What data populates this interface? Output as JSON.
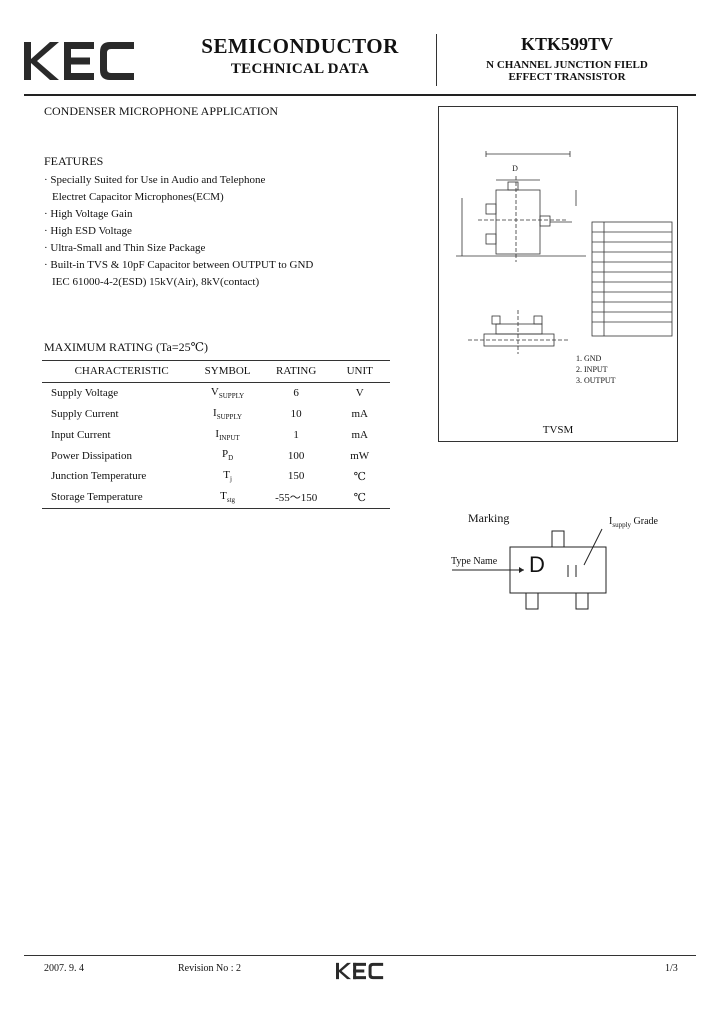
{
  "header": {
    "company_logo_text": "KEC",
    "semiconductor": "SEMICONDUCTOR",
    "technical_data": "TECHNICAL DATA",
    "part_number": "KTK599TV",
    "description_line1": "N CHANNEL JUNCTION FIELD",
    "description_line2": "EFFECT TRANSISTOR"
  },
  "application": "CONDENSER MICROPHONE APPLICATION",
  "features": {
    "title": "FEATURES",
    "items": [
      "· Specially Suited for Use in Audio and Telephone",
      "  Electret Capacitor Microphones(ECM)",
      "· High Voltage Gain",
      "· High ESD Voltage",
      "· Ultra-Small and Thin Size Package",
      "· Built-in TVS & 10pF Capacitor between OUTPUT to GND",
      "  IEC 61000-4-2(ESD) 15kV(Air), 8kV(contact)"
    ]
  },
  "max_rating": {
    "title": "MAXIMUM RATING  (Ta=25℃)",
    "headers": [
      "CHARACTERISTIC",
      "SYMBOL",
      "RATING",
      "UNIT"
    ],
    "rows": [
      {
        "char": "Supply Voltage",
        "sym": "V",
        "sub": "SUPPLY",
        "rating": "6",
        "unit": "V"
      },
      {
        "char": "Supply Current",
        "sym": "I",
        "sub": "SUPPLY",
        "rating": "10",
        "unit": "mA"
      },
      {
        "char": "Input Current",
        "sym": "I",
        "sub": "INPUT",
        "rating": "1",
        "unit": "mA"
      },
      {
        "char": "Power Dissipation",
        "sym": "P",
        "sub": "D",
        "rating": "100",
        "unit": "mW"
      },
      {
        "char": "Junction Temperature",
        "sym": "T",
        "sub": "j",
        "rating": "150",
        "unit": "℃"
      },
      {
        "char": "Storage Temperature",
        "sym": "T",
        "sub": "stg",
        "rating": "-55～150",
        "unit": "℃"
      }
    ]
  },
  "package": {
    "name": "TVSM",
    "dimension_letter": "D",
    "pins": [
      "1. GND",
      "2. INPUT",
      "3. OUTPUT"
    ]
  },
  "marking": {
    "title": "Marking",
    "grade_label": "I",
    "grade_sub": "supply",
    "grade_suffix": " Grade",
    "type_name_label": "Type Name",
    "type_letter": "D"
  },
  "footer": {
    "date": "2007. 9. 4",
    "revision": "Revision No : 2",
    "logo_text": "KEC",
    "page": "1/3"
  },
  "colors": {
    "text": "#111111",
    "lines": "#333333"
  }
}
